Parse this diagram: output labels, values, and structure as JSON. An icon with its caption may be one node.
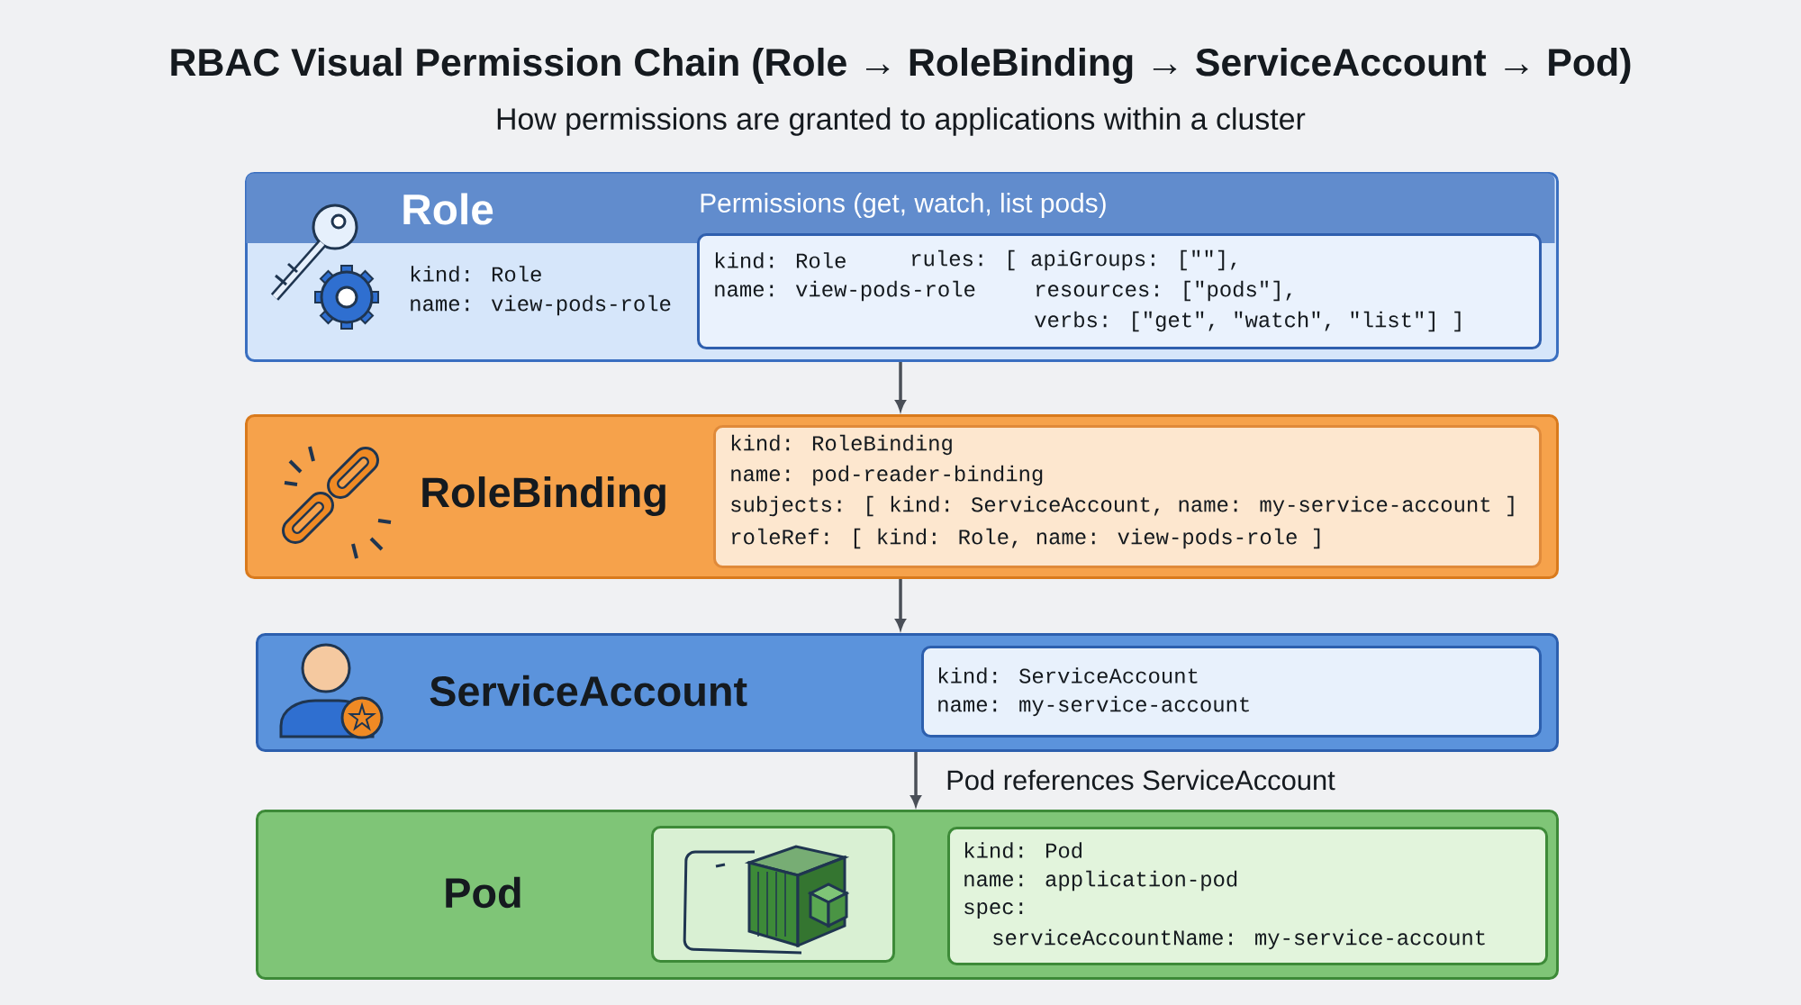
{
  "diagram": {
    "title": "RBAC Visual Permission Chain (Role → RoleBinding → ServiceAccount → Pod)",
    "caption": "How permissions are granted to applications within a cluster",
    "nodes": [
      {
        "text": [
          "Role",
          "Permissions (get, watch, list pods)",
          "kind: Role",
          "name: view-pods-role"
        ]
      },
      {
        "text": [
          "kind: Role",
          "name: view-pods-role",
          "rules: [ apiGroups: [\"\"],",
          "resources: [\"pods\"],",
          "verbs: [\"get\", \"watch\", \"list\"] ]"
        ],
        "in": 0
      },
      {
        "text": [
          "RoleBinding"
        ]
      },
      {
        "text": [
          "kind: RoleBinding",
          "name: pod-reader-binding",
          "subjects: [ kind: ServiceAccount, name: my-service-account ]",
          "roleRef: [ kind: Role, name: view-pods-role ]"
        ],
        "in": 2
      },
      {
        "text": [
          "ServiceAccount"
        ]
      },
      {
        "text": [
          "kind: ServiceAccount",
          "name: my-service-account"
        ],
        "in": 4
      },
      {
        "text": [
          "Pod"
        ]
      },
      {
        "text": [],
        "shape": "picture",
        "in": 6
      },
      {
        "text": [
          "kind: Pod",
          "name: application-pod",
          "spec:",
          "serviceAccountName: my-service-account"
        ],
        "in": 6
      }
    ],
    "edges": [
      {
        "from": 0,
        "to": 2,
        "arrow": "to"
      },
      {
        "from": 2,
        "to": 4,
        "arrow": "to"
      },
      {
        "from": 4,
        "to": 6,
        "arrow": "to",
        "label": "Pod references ServiceAccount"
      }
    ]
  }
}
